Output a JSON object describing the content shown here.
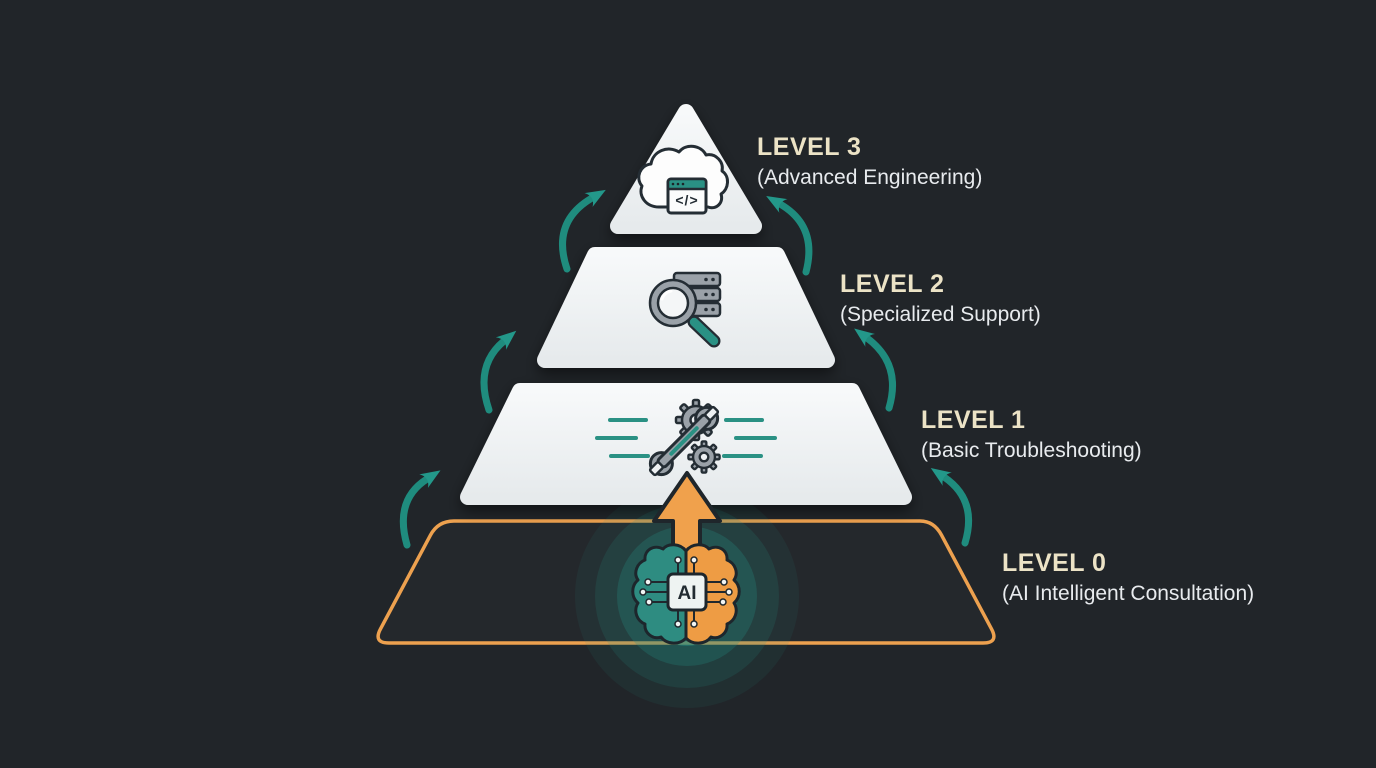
{
  "diagram": {
    "name": "support-escalation-pyramid",
    "levels": [
      {
        "label": "LEVEL 3",
        "subtitle": "(Advanced Engineering)",
        "icon": "cloud-code-icon",
        "icon_glyph": "</>"
      },
      {
        "label": "LEVEL 2",
        "subtitle": "(Specialized Support)",
        "icon": "server-search-icon"
      },
      {
        "label": "LEVEL 1",
        "subtitle": "(Basic Troubleshooting)",
        "icon": "wrench-gears-icon"
      },
      {
        "label": "LEVEL 0",
        "subtitle": "(AI Intelligent Consultation)",
        "icon": "ai-brain-icon",
        "chip_label": "AI"
      }
    ],
    "colors": {
      "background": "#212529",
      "layer_fill": "#eef1f2",
      "accent_teal": "#1f8c7e",
      "accent_orange": "#efa04b",
      "heading_text": "#ece3c6",
      "subtitle_text": "#e8ebee"
    }
  }
}
